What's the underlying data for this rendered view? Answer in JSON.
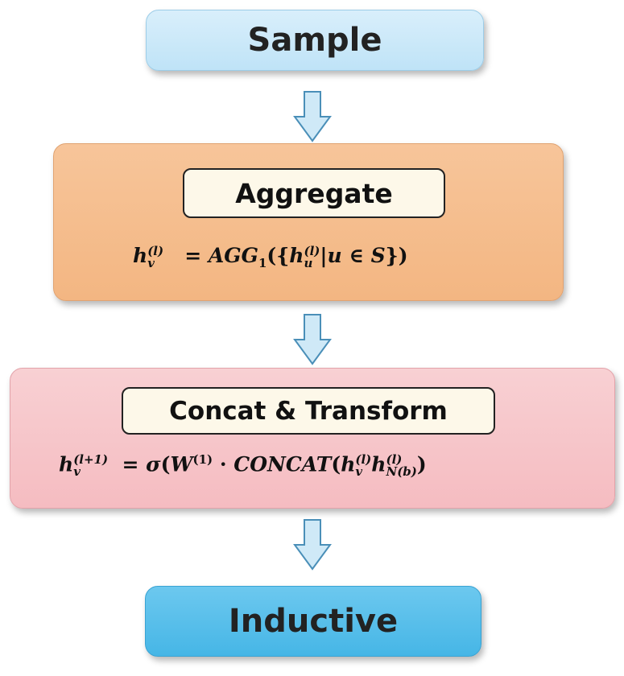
{
  "steps": {
    "sample": {
      "label": "Sample"
    },
    "aggregate": {
      "label": "Aggregate"
    },
    "concat": {
      "label": "Concat & Transform"
    },
    "inductive": {
      "label": "Inductive"
    }
  },
  "formulas": {
    "aggregate": "h_v^(l) = AGG_1({h_u^(l) | u ∈ S})",
    "concat": "h_v^(l+1) = σ(W^(1) · CONCAT(h_v^(l) h_N(b)^(l))"
  },
  "colors": {
    "sample_fill": "#c9e8f8",
    "aggregate_fill": "#f5bd8b",
    "concat_fill": "#f7c6ca",
    "inductive_fill": "#55bde9",
    "pill_fill": "#fdf8e9",
    "arrow_fill": "#cfe9f7"
  },
  "icons": [
    "down-arrow-icon",
    "down-arrow-icon",
    "down-arrow-icon"
  ]
}
